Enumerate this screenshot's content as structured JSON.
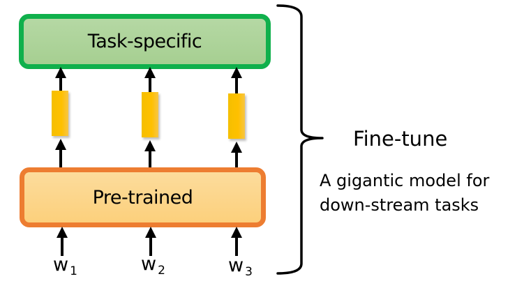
{
  "diagram": {
    "top_box": {
      "label": "Task-specific",
      "border_color": "#10b04c",
      "fill_color": "#aed39b"
    },
    "bottom_box": {
      "label": "Pre-trained",
      "border_color": "#ed7d31",
      "fill_color": "#fdd68b"
    },
    "hidden_vectors": {
      "count": 3,
      "color": "#ffc000"
    },
    "inputs": [
      {
        "base": "w",
        "sub": "1"
      },
      {
        "base": "w",
        "sub": "2"
      },
      {
        "base": "w",
        "sub": "3"
      }
    ],
    "brace": {
      "label": "Fine-tune",
      "description_line1": "A gigantic model for",
      "description_line2": "down-stream tasks"
    }
  }
}
